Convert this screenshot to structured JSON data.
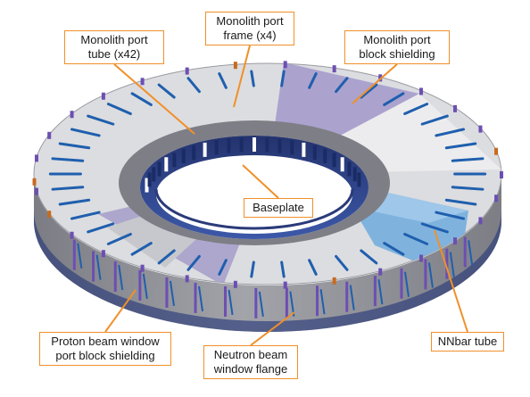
{
  "diagram": {
    "callouts": [
      {
        "id": "monolith-port-tube",
        "lines": [
          "Monolith port",
          "tube (x42)"
        ]
      },
      {
        "id": "monolith-port-frame",
        "lines": [
          "Monolith port",
          "frame (x4)"
        ]
      },
      {
        "id": "monolith-port-block-shielding",
        "lines": [
          "Monolith port",
          "block shielding"
        ]
      },
      {
        "id": "baseplate",
        "lines": [
          "Baseplate"
        ]
      },
      {
        "id": "nnbar-tube",
        "lines": [
          "NNbar tube"
        ]
      },
      {
        "id": "proton-beam-window",
        "lines": [
          "Proton beam window",
          "port block shielding"
        ]
      },
      {
        "id": "neutron-beam-window-flange",
        "lines": [
          "Neutron beam",
          "window flange"
        ]
      }
    ]
  },
  "colors": {
    "callout_border": "#f0902a",
    "leader_line": "#f0902a",
    "ring_top": "#d9dadc",
    "ring_side": "#8f9096",
    "purple_shielding": "#a59ccc",
    "blue_tubes": "#1f5fae",
    "nnbar_blue": "#7fb3de",
    "orange_flange": "#c86a1e"
  }
}
